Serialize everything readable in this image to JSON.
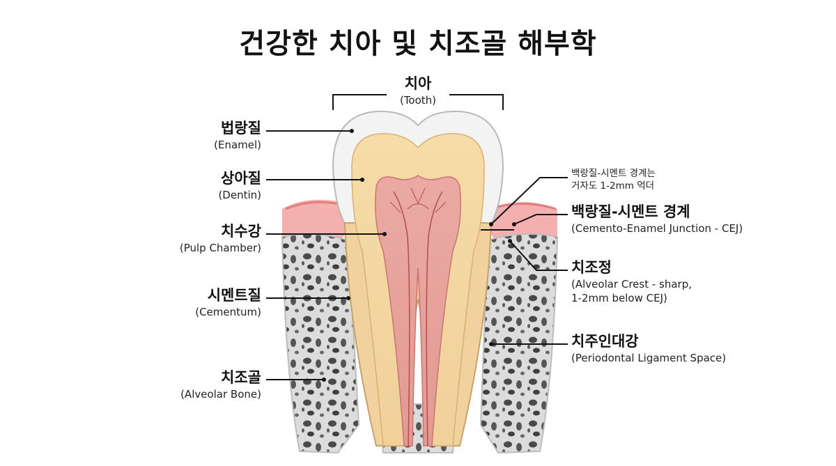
{
  "title": "건강한 치아 및 치조골 해부학",
  "tooth": {
    "ko": "치아",
    "en": "(Tooth)"
  },
  "enamel": {
    "ko": "법랑질",
    "en": "(Enamel)"
  },
  "dentin": {
    "ko": "상아질",
    "en": "(Dentin)"
  },
  "pulp": {
    "ko": "치수강",
    "en": "(Pulp Chamber)"
  },
  "cementum": {
    "ko": "시멘트질",
    "en": "(Cementum)"
  },
  "bone": {
    "ko": "치조골",
    "en": "(Alveolar Bone)"
  },
  "cej_note": {
    "line1": "백랑질-시멘트 경계는",
    "line2": "거자도 1-2mm 억더"
  },
  "cej": {
    "ko": "백랑질-시멘트 경계",
    "en": "(Cemento-Enamel Junction - CEJ)"
  },
  "crest": {
    "ko": "치조정",
    "en1": "(Alveolar Crest - sharp,",
    "en2": "1-2mm below CEJ)"
  },
  "pdl": {
    "ko": "치주인대강",
    "en": "(Periodontal Ligament Space)"
  },
  "colors": {
    "enamel": "#f1f1f1",
    "dentin": "#f3d9a4",
    "pulp": "#e9a9a3",
    "gum": "#f2a9a9",
    "bone": "#d9d9d9"
  }
}
